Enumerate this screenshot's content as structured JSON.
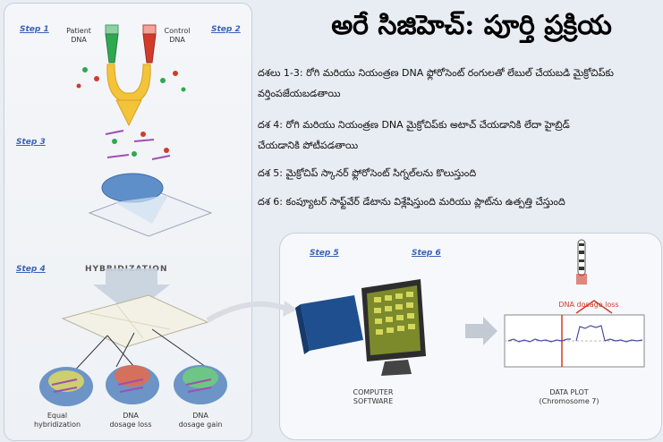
{
  "title": "అరే సిజిహెచ్: పూర్తి ప్రక్రియ",
  "steps_text": [
    "దశలు 1-3: రోగి మరియు నియంత్రణ DNA ఫ్లోరోసెంట్ రంగులతో లేబుల్ చేయబడి మైక్రోచిప్‌కు",
    "వర్తింపజేయబడతాయి",
    "దశ 4: రోగి మరియు నియంత్రణ DNA మైక్రోచిప్‌కు అటాచ్ చేయడానికి లేదా హైబ్రిడ్",
    "చేయడానికి పోటీపడతాయి",
    "దశ 5: మైక్రోచిప్ స్కానర్ ఫ్లోరోసెంట్ సిగ్నల్‌లను కొలుస్తుంది",
    "దశ 6: కంప్యూటర్ సాఫ్ట్‌వేర్ డేటాను విశ్లేషిస్తుంది మరియు ప్లాట్‌ను ఉత్పత్తి చేస్తుంది"
  ],
  "diagram": {
    "step1": "Step 1",
    "step2": "Step 2",
    "step3": "Step 3",
    "step4": "Step 4",
    "step5": "Step 5",
    "step6": "Step 6",
    "patient_dna_l1": "Patient",
    "patient_dna_l2": "DNA",
    "control_dna_l1": "Control",
    "control_dna_l2": "DNA",
    "hybridization": "HYBRIDIZATION",
    "equal_l1": "Equal",
    "equal_l2": "hybridization",
    "loss_l1": "DNA",
    "loss_l2": "dosage loss",
    "gain_l1": "DNA",
    "gain_l2": "dosage gain",
    "computer_l1": "COMPUTER",
    "computer_l2": "SOFTWARE",
    "plot_l1": "DATA PLOT",
    "plot_l2": "(Chromosome 7)",
    "dna_dosage_loss": "DNA dosage loss"
  },
  "colors": {
    "patient": "#2fa84f",
    "control": "#d23b2a",
    "arrow": "#f3c43a",
    "chip": "#5f8fc8",
    "step_label": "#3a63b8"
  }
}
